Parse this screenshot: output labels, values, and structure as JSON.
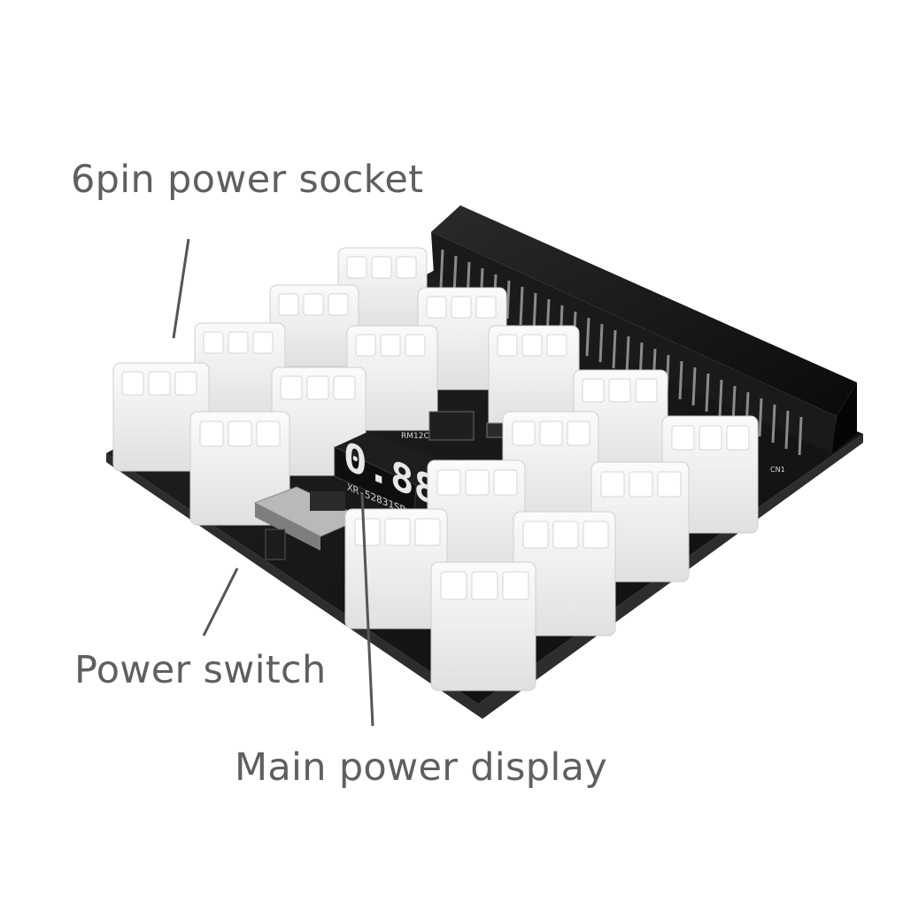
{
  "callouts": {
    "socket": "6pin power socket",
    "switch": "Power switch",
    "display": "Main power display"
  },
  "board": {
    "display_digits": "0.88",
    "display_label": "XR-52831SR",
    "silkscreen": [
      "RM12C",
      "CN1"
    ]
  },
  "colors": {
    "background": "#ffffff",
    "pcb": "#141414",
    "connector": "#f1f1f1",
    "display_segments": "#e14848",
    "callout_text": "#5f5f5f",
    "leader_line": "#555555"
  }
}
